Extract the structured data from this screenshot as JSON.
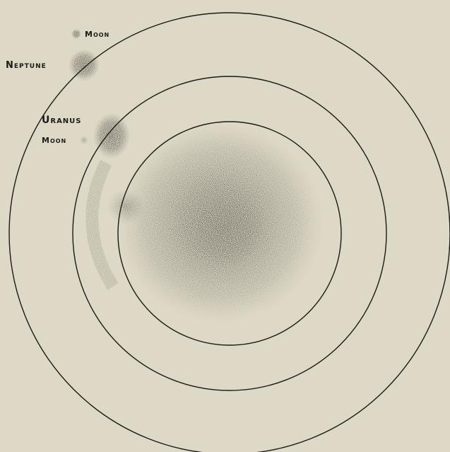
{
  "labels": {
    "moon_top": "Moon",
    "neptune": "Neptune",
    "uranus": "Uranus",
    "moon_uranus": "Moon"
  },
  "colors": {
    "paper": "#ddd9c6",
    "ink": "#1c1a17"
  }
}
